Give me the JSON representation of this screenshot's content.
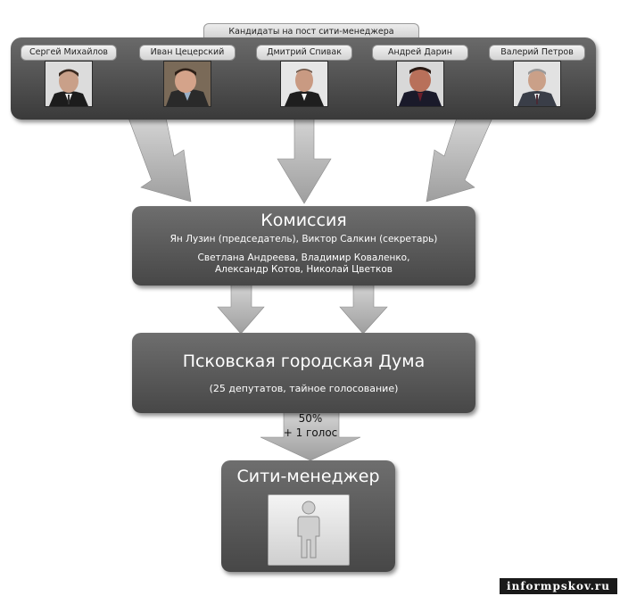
{
  "candidates_title": "Кандидаты на пост сити-менеджера",
  "candidates": [
    {
      "name": "Сергей Михайлов"
    },
    {
      "name": "Иван Цецерский"
    },
    {
      "name": "Дмитрий Спивак"
    },
    {
      "name": "Андрей Дарин"
    },
    {
      "name": "Валерий Петров"
    }
  ],
  "commission": {
    "title": "Комиссия",
    "leaders": "Ян Лузин (председатель), Виктор Салкин (секретарь)",
    "members_line1": "Светлана Андреева, Владимир Коваленко,",
    "members_line2": "Александр Котов, Николай Цветков"
  },
  "duma": {
    "title": "Псковская городская Дума",
    "subtitle": "(25 депутатов, тайное голосование)"
  },
  "vote": {
    "line1": "50%",
    "line2": "+ 1 голос"
  },
  "city_manager": {
    "title": "Сити-менеджер"
  },
  "watermark": "informpskov.ru"
}
